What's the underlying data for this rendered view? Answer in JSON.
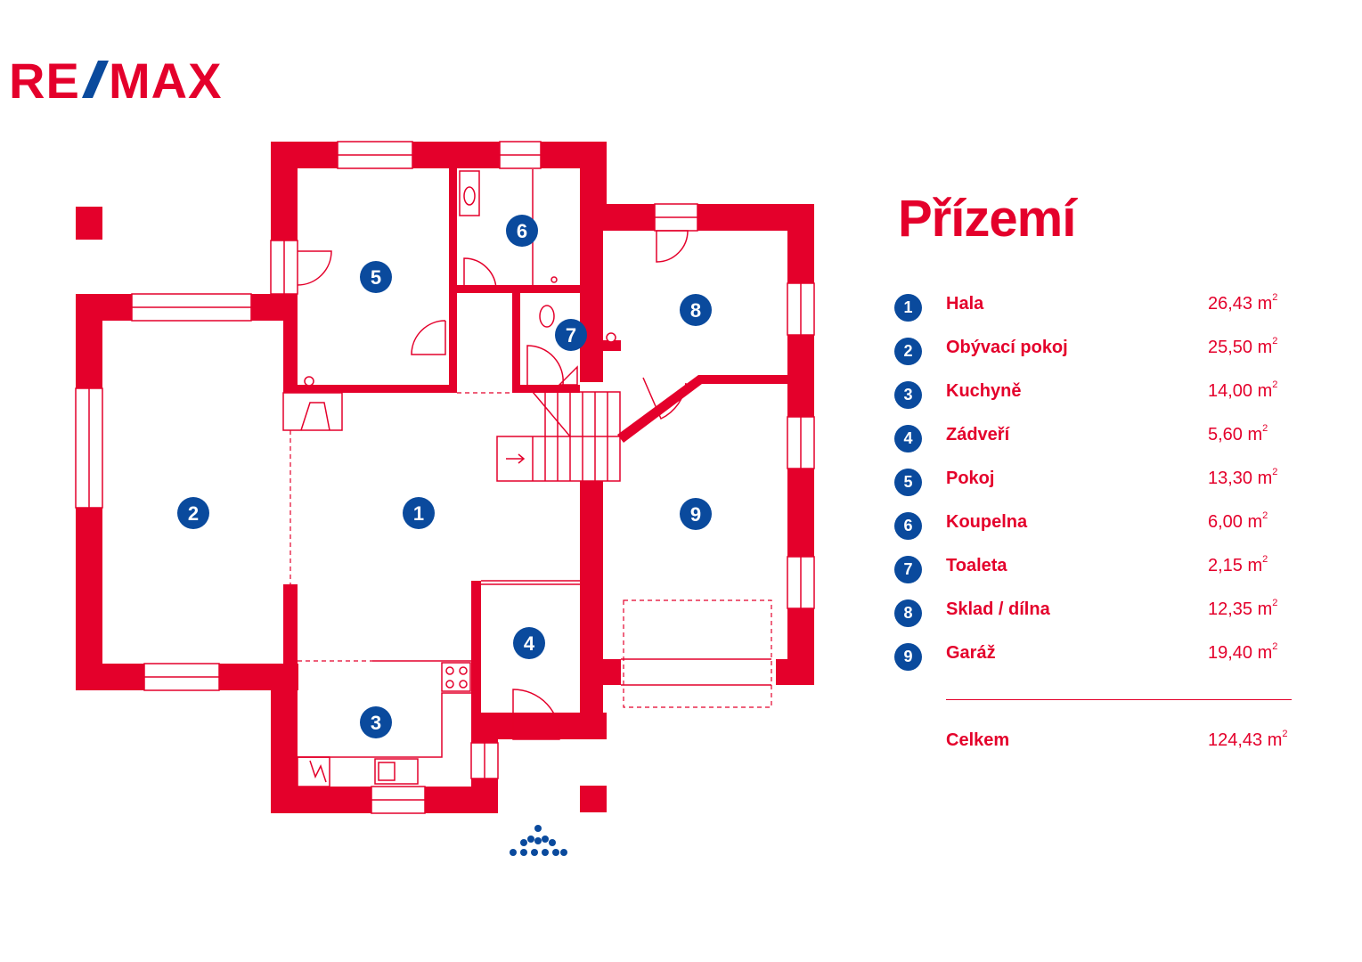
{
  "brand": {
    "logo_text": "RE/MAX",
    "logo_color": "#e4002b",
    "slash_color": "#0a4a9d"
  },
  "colors": {
    "wall": "#e4002b",
    "badge": "#0a4a9d",
    "text": "#e4002b"
  },
  "legend": {
    "title": "Přízemí",
    "rooms": [
      {
        "number": "1",
        "name": "Hala",
        "area": "26,43 m",
        "unit_sup": "2"
      },
      {
        "number": "2",
        "name": "Obývací pokoj",
        "area": "25,50 m",
        "unit_sup": "2"
      },
      {
        "number": "3",
        "name": "Kuchyně",
        "area": "14,00 m",
        "unit_sup": "2"
      },
      {
        "number": "4",
        "name": "Zádveří",
        "area": "5,60 m",
        "unit_sup": "2"
      },
      {
        "number": "5",
        "name": "Pokoj",
        "area": "13,30 m",
        "unit_sup": "2"
      },
      {
        "number": "6",
        "name": "Koupelna",
        "area": "6,00 m",
        "unit_sup": "2"
      },
      {
        "number": "7",
        "name": "Toaleta",
        "area": "2,15 m",
        "unit_sup": "2"
      },
      {
        "number": "8",
        "name": "Sklad / dílna",
        "area": "12,35 m",
        "unit_sup": "2"
      },
      {
        "number": "9",
        "name": "Garáž",
        "area": "19,40 m",
        "unit_sup": "2"
      }
    ],
    "total": {
      "label": "Celkem",
      "area": "124,43 m",
      "unit_sup": "2"
    }
  },
  "floor_plan": {
    "room_badges": [
      "1",
      "2",
      "3",
      "4",
      "5",
      "6",
      "7",
      "8",
      "9"
    ],
    "north_icon": "dots-triangle-icon"
  }
}
